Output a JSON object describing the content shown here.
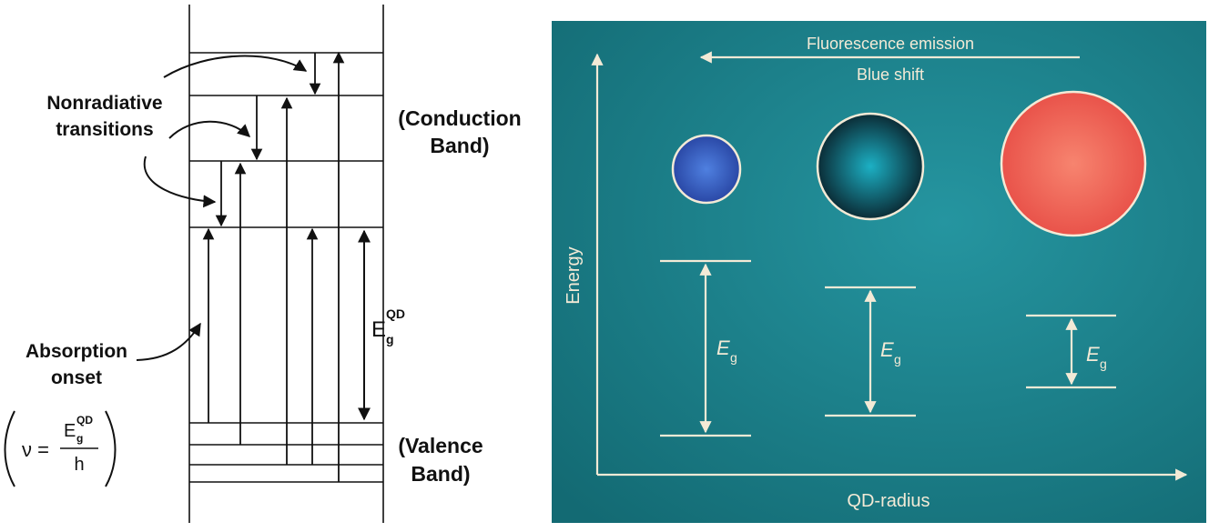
{
  "left_panel": {
    "nonradiative_line1": "Nonradiative",
    "nonradiative_line2": "transitions",
    "conduction_line1": "(Conduction",
    "conduction_line2": "Band)",
    "valence_line1": "(Valence",
    "valence_line2": "Band)",
    "absorption_line1": "Absorption",
    "absorption_line2": "onset",
    "gap_symbol_base": "E",
    "gap_symbol_sub": "g",
    "gap_symbol_sup": "QD",
    "formula_nu": "ν =",
    "formula_num_base": "E",
    "formula_num_sub": "g",
    "formula_num_sup": "QD",
    "formula_den": "h"
  },
  "right_panel": {
    "top_label": "Fluorescence emission",
    "shift_label": "Blue shift",
    "y_axis_label": "Energy",
    "x_axis_label": "QD-radius",
    "gap_base": "E",
    "gap_sub": "g",
    "colors": {
      "background": "#1d7f88",
      "small_dot": "#3a63c9",
      "medium_dot": "#1aa6b8",
      "large_dot": "#f06458",
      "line": "#f3ead6"
    }
  }
}
